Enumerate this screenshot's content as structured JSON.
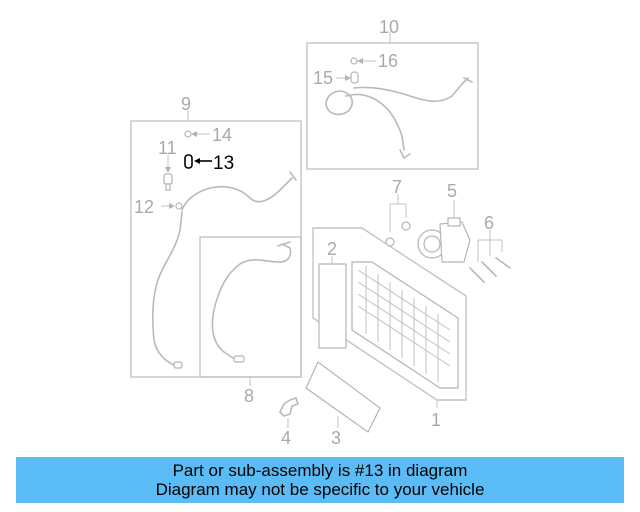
{
  "diagram": {
    "callouts": {
      "n1": "1",
      "n2": "2",
      "n3": "3",
      "n4": "4",
      "n5": "5",
      "n6": "6",
      "n7": "7",
      "n8": "8",
      "n9": "9",
      "n10": "10",
      "n11": "11",
      "n12": "12",
      "n13": "13",
      "n14": "14",
      "n15": "15",
      "n16": "16"
    },
    "highlighted_part": "13",
    "highlight_color": "#000000",
    "line_color": "#b9b9b9"
  },
  "banner": {
    "line1": "Part or sub-assembly is #13 in diagram",
    "line2": "Diagram may not be specific to your vehicle",
    "background": "#5bbcf5"
  }
}
